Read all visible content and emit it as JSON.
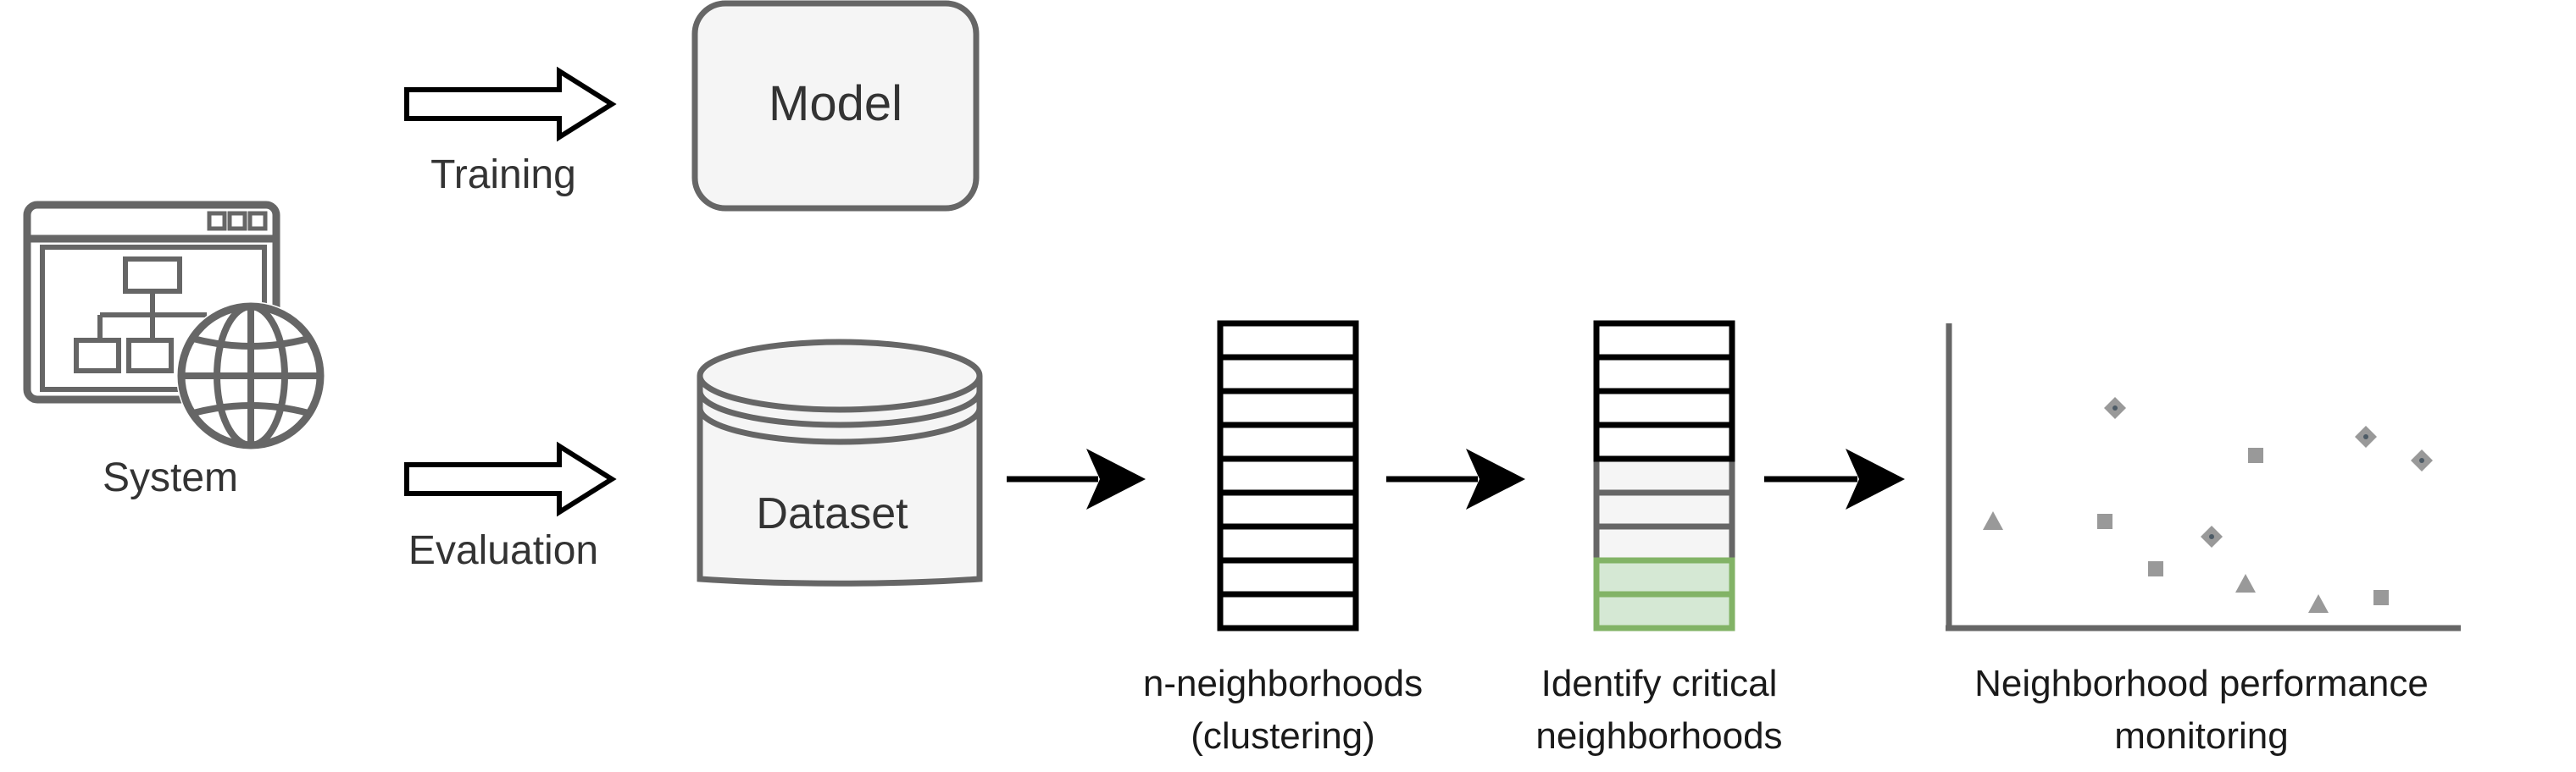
{
  "labels": {
    "system": "System",
    "training": "Training",
    "evaluation": "Evaluation",
    "model": "Model",
    "dataset": "Dataset",
    "neighborhoods_line1": "n-neighborhoods",
    "neighborhoods_line2": "(clustering)",
    "critical_line1": "Identify critical",
    "critical_line2": "neighborhoods",
    "monitoring_line1": "Neighborhood performance",
    "monitoring_line2": "monitoring"
  },
  "colors": {
    "stroke_gray": "#666666",
    "box_fill": "#f5f5f5",
    "critical_green_fill": "#d5e8d4",
    "critical_green_stroke": "#82b366",
    "scatter_marker": "#999999",
    "arrow_black": "#000000"
  },
  "icons": {
    "system": "browser-window-sitemap-globe-icon"
  }
}
